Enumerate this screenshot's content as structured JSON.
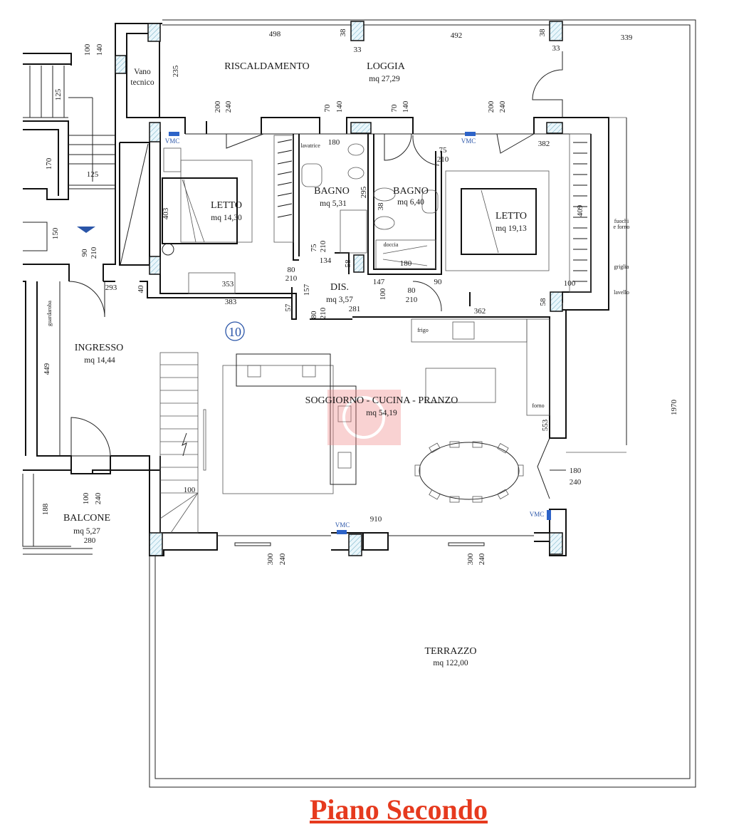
{
  "title": "Piano Secondo",
  "unit_number": "10",
  "vmc_label": "VMC",
  "rooms": {
    "vano_1": "Vano",
    "vano_2": "tecnico",
    "riscaldamento": "RISCALDAMENTO",
    "loggia": "LOGGIA",
    "loggia_area": "mq 27,29",
    "letto1": "LETTO",
    "letto1_area": "mq 14,30",
    "bagno1": "BAGNO",
    "bagno1_area": "mq 5,31",
    "bagno2": "BAGNO",
    "bagno2_area": "mq 6,40",
    "letto2": "LETTO",
    "letto2_area": "mq 19,13",
    "dis": "DIS.",
    "dis_area": "mq 3,57",
    "ingresso": "INGRESSO",
    "ingresso_area": "mq 14,44",
    "soggiorno": "SOGGIORNO - CUCINA - PRANZO",
    "soggiorno_area": "mq 54,19",
    "balcone": "BALCONE",
    "balcone_area": "mq 5,27",
    "terrazzo": "TERRAZZO",
    "terrazzo_area": "mq 122,00"
  },
  "fixtures": {
    "lavatrice": "lavatrice",
    "doccia": "doccia",
    "frigo": "frigo",
    "forno": "forno",
    "fuochi_1": "fuochi",
    "fuochi_2": "e forno",
    "griglia": "griglia",
    "lavello": "lavello",
    "guardaroba": "guardaroba"
  },
  "dimensions": [
    "498",
    "38",
    "33",
    "492",
    "38",
    "33",
    "339",
    "100",
    "140",
    "125",
    "170",
    "125",
    "150",
    "90",
    "210",
    "235",
    "200",
    "240",
    "70",
    "140",
    "70",
    "140",
    "200",
    "240",
    "180",
    "75",
    "210",
    "382",
    "403",
    "295",
    "38",
    "409",
    "75",
    "210",
    "134",
    "58",
    "180",
    "80",
    "210",
    "353",
    "383",
    "293",
    "40",
    "157",
    "57",
    "281",
    "80",
    "210",
    "147",
    "90",
    "100",
    "80",
    "210",
    "362",
    "100",
    "58",
    "449",
    "553",
    "180",
    "240",
    "100",
    "188",
    "100",
    "240",
    "280",
    "910",
    "300",
    "240",
    "300",
    "240",
    "1970"
  ]
}
